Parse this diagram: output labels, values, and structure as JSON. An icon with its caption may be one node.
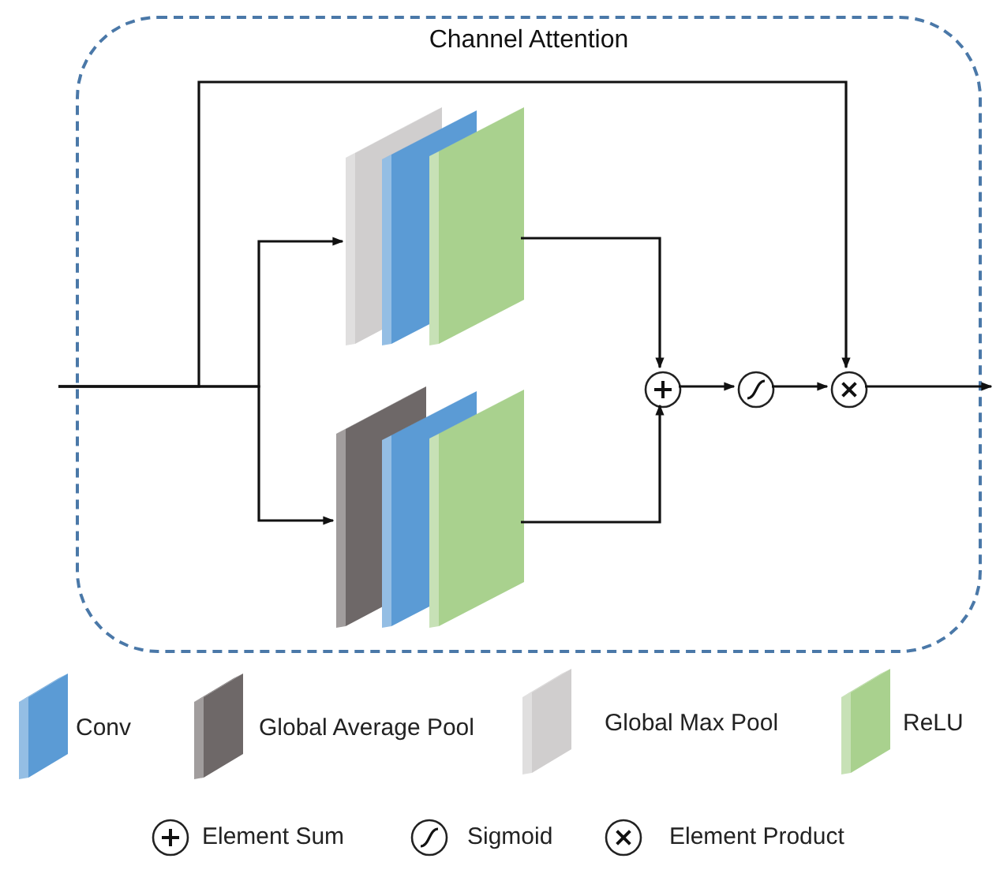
{
  "diagram": {
    "nodes": [
      {
        "text": [
          "Channel Attention"
        ]
      },
      {
        "text": [],
        "shape": "picture",
        "in": 0
      },
      {
        "text": [],
        "shape": "picture",
        "in": 0
      },
      {
        "text": [],
        "shape": "circle",
        "in": 0
      },
      {
        "text": [],
        "shape": "circle",
        "in": 0
      },
      {
        "text": [],
        "shape": "circle",
        "in": 0
      }
    ],
    "edges": [
      {
        "from": null,
        "to": 1,
        "arrow": "to"
      },
      {
        "from": null,
        "to": 2,
        "arrow": "to"
      },
      {
        "from": null,
        "to": 5,
        "arrow": "to"
      },
      {
        "from": 1,
        "to": 3,
        "arrow": "to"
      },
      {
        "from": 2,
        "to": 3,
        "arrow": "to"
      },
      {
        "from": 3,
        "to": 4,
        "arrow": "to"
      },
      {
        "from": 4,
        "to": 5,
        "arrow": "to"
      },
      {
        "from": 5,
        "to": null,
        "arrow": "to"
      }
    ],
    "legend": [
      {
        "text": "Conv",
        "color": "#5b9bd5"
      },
      {
        "text": "Global Average Pool",
        "color": "#6e6868"
      },
      {
        "text": "Global Max Pool",
        "color": "#d0cece"
      },
      {
        "text": "ReLU",
        "color": "#a9d18e"
      },
      {
        "text": "Element Sum"
      },
      {
        "text": "Sigmoid"
      },
      {
        "text": "Element Product"
      }
    ]
  }
}
